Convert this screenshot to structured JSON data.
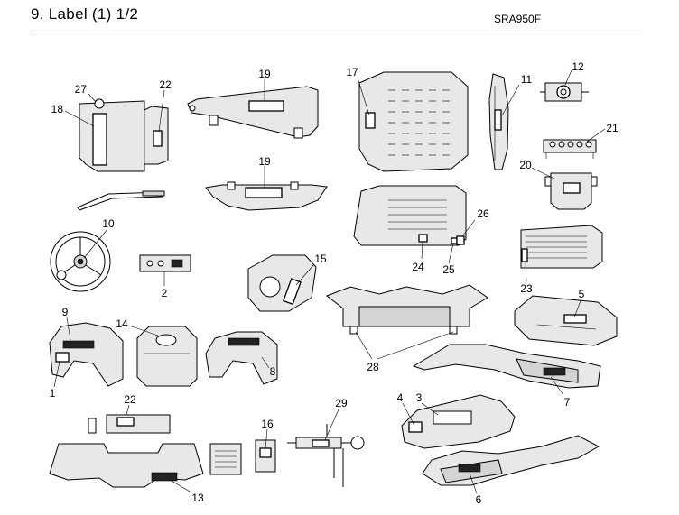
{
  "header": {
    "title": "9. Label (1) 1/2",
    "model": "SRA950F"
  },
  "callouts": [
    "27",
    "18",
    "22",
    "19",
    "19",
    "17",
    "11",
    "12",
    "21",
    "20",
    "10",
    "2",
    "15",
    "26",
    "24",
    "25",
    "23",
    "5",
    "9",
    "14",
    "8",
    "1",
    "28",
    "7",
    "22",
    "16",
    "29",
    "4",
    "3",
    "13",
    "6"
  ]
}
